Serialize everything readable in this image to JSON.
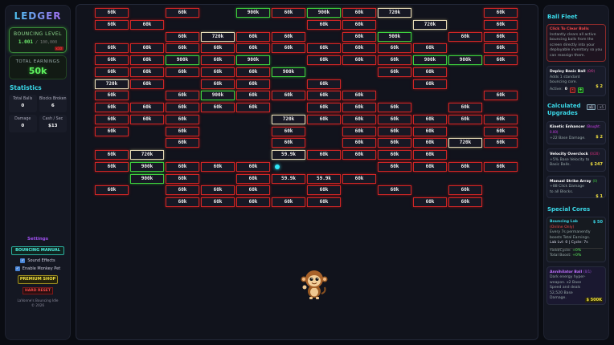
{
  "left": {
    "logo": "LEDGER",
    "level": {
      "label": "BOUNCING LEVEL",
      "value": "1.001",
      "max": "/ 100,000",
      "badge": "x10"
    },
    "earnings": {
      "label": "TOTAL EARNINGS",
      "value": "50k"
    },
    "stats_title": "Statistics",
    "stats": [
      {
        "label": "Total Balls",
        "value": "0"
      },
      {
        "label": "Blocks Broken",
        "value": "6"
      },
      {
        "label": "Damage",
        "value": "0"
      },
      {
        "label": "Cash / Sec",
        "value": "$13"
      }
    ],
    "settings": {
      "title": "Settings",
      "manual": "BOUNCING MANUAL",
      "sound": "Sound Effects",
      "monkey": "Enable Monkey Pet",
      "sound_checked": true,
      "monkey_checked": true,
      "premium": "PREMIUM SHOP",
      "reset": "HARD RESET",
      "credit1": "LaVonne's Bouncing Idle",
      "credit2": "© 2026"
    }
  },
  "game": {
    "ball_color": "#30e8f8",
    "bricks": [
      [
        [
          0,
          "60k",
          "r"
        ],
        [
          2,
          "60k",
          "r"
        ],
        [
          4,
          "900k",
          "g"
        ],
        [
          5,
          "60k",
          "r"
        ],
        [
          6,
          "900k",
          "g"
        ],
        [
          7,
          "60k",
          "r"
        ],
        [
          8,
          "720k",
          "w"
        ],
        [
          11,
          "60k",
          "r"
        ]
      ],
      [
        [
          0,
          "60k",
          "r"
        ],
        [
          1,
          "60k",
          "r"
        ],
        [
          6,
          "60k",
          "r"
        ],
        [
          7,
          "60k",
          "r"
        ],
        [
          9,
          "720k",
          "w"
        ],
        [
          11,
          "60k",
          "r"
        ]
      ],
      [
        [
          2,
          "60k",
          "r"
        ],
        [
          3,
          "720k",
          "w"
        ],
        [
          4,
          "60k",
          "r"
        ],
        [
          5,
          "60k",
          "r"
        ],
        [
          7,
          "60k",
          "r"
        ],
        [
          8,
          "900k",
          "g"
        ],
        [
          10,
          "60k",
          "r"
        ],
        [
          11,
          "60k",
          "r"
        ]
      ],
      [
        [
          0,
          "60k",
          "r"
        ],
        [
          1,
          "60k",
          "r"
        ],
        [
          2,
          "60k",
          "r"
        ],
        [
          3,
          "60k",
          "r"
        ],
        [
          4,
          "60k",
          "r"
        ],
        [
          5,
          "60k",
          "r"
        ],
        [
          6,
          "60k",
          "r"
        ],
        [
          7,
          "60k",
          "r"
        ],
        [
          8,
          "60k",
          "r"
        ],
        [
          9,
          "60k",
          "r"
        ],
        [
          11,
          "60k",
          "r"
        ]
      ],
      [
        [
          0,
          "60k",
          "r"
        ],
        [
          1,
          "60k",
          "r"
        ],
        [
          2,
          "900k",
          "g"
        ],
        [
          3,
          "60k",
          "r"
        ],
        [
          4,
          "900k",
          "g"
        ],
        [
          6,
          "60k",
          "r"
        ],
        [
          7,
          "60k",
          "r"
        ],
        [
          8,
          "60k",
          "r"
        ],
        [
          9,
          "900k",
          "g"
        ],
        [
          10,
          "900k",
          "g"
        ],
        [
          11,
          "60k",
          "r"
        ]
      ],
      [
        [
          0,
          "60k",
          "r"
        ],
        [
          1,
          "60k",
          "r"
        ],
        [
          2,
          "60k",
          "r"
        ],
        [
          3,
          "60k",
          "r"
        ],
        [
          4,
          "60k",
          "r"
        ],
        [
          5,
          "900k",
          "g"
        ],
        [
          8,
          "60k",
          "r"
        ],
        [
          9,
          "60k",
          "r"
        ]
      ],
      [
        [
          0,
          "720k",
          "w"
        ],
        [
          1,
          "60k",
          "r"
        ],
        [
          3,
          "60k",
          "r"
        ],
        [
          4,
          "60k",
          "r"
        ],
        [
          6,
          "60k",
          "r"
        ],
        [
          9,
          "60k",
          "r"
        ]
      ],
      [
        [
          0,
          "60k",
          "r"
        ],
        [
          2,
          "60k",
          "r"
        ],
        [
          3,
          "900k",
          "g"
        ],
        [
          4,
          "60k",
          "r"
        ],
        [
          5,
          "60k",
          "r"
        ],
        [
          6,
          "60k",
          "r"
        ],
        [
          7,
          "60k",
          "r"
        ],
        [
          11,
          "60k",
          "r"
        ]
      ],
      [
        [
          0,
          "60k",
          "r"
        ],
        [
          1,
          "60k",
          "r"
        ],
        [
          2,
          "60k",
          "r"
        ],
        [
          3,
          "60k",
          "r"
        ],
        [
          4,
          "60k",
          "r"
        ],
        [
          6,
          "60k",
          "r"
        ],
        [
          7,
          "60k",
          "r"
        ],
        [
          8,
          "60k",
          "r"
        ],
        [
          10,
          "60k",
          "r"
        ]
      ],
      [
        [
          0,
          "60k",
          "r"
        ],
        [
          1,
          "60k",
          "r"
        ],
        [
          2,
          "60k",
          "r"
        ],
        [
          5,
          "720k",
          "w"
        ],
        [
          6,
          "60k",
          "r"
        ],
        [
          7,
          "60k",
          "r"
        ],
        [
          8,
          "60k",
          "r"
        ],
        [
          9,
          "60k",
          "r"
        ],
        [
          10,
          "60k",
          "r"
        ],
        [
          11,
          "60k",
          "r"
        ]
      ],
      [
        [
          0,
          "60k",
          "r"
        ],
        [
          2,
          "60k",
          "r"
        ],
        [
          5,
          "60k",
          "r"
        ],
        [
          7,
          "60k",
          "r"
        ],
        [
          8,
          "60k",
          "r"
        ],
        [
          9,
          "60k",
          "r"
        ],
        [
          11,
          "60k",
          "r"
        ]
      ],
      [
        [
          2,
          "60k",
          "r"
        ],
        [
          5,
          "60k",
          "r"
        ],
        [
          7,
          "60k",
          "r"
        ],
        [
          8,
          "60k",
          "r"
        ],
        [
          9,
          "60k",
          "r"
        ],
        [
          10,
          "720k",
          "w"
        ],
        [
          11,
          "60k",
          "r"
        ]
      ],
      [
        [
          0,
          "60k",
          "r"
        ],
        [
          1,
          "720k",
          "w"
        ],
        [
          5,
          "59.9k",
          "w"
        ],
        [
          6,
          "60k",
          "r"
        ],
        [
          7,
          "60k",
          "r"
        ],
        [
          8,
          "60k",
          "r"
        ],
        [
          9,
          "60k",
          "r"
        ]
      ],
      [
        [
          0,
          "60k",
          "r"
        ],
        [
          1,
          "900k",
          "g"
        ],
        [
          2,
          "60k",
          "r"
        ],
        [
          3,
          "60k",
          "r"
        ],
        [
          4,
          "60k",
          "r"
        ],
        [
          8,
          "60k",
          "r"
        ],
        [
          9,
          "60k",
          "r"
        ],
        [
          10,
          "60k",
          "r"
        ],
        [
          11,
          "60k",
          "r"
        ]
      ],
      [
        [
          1,
          "900k",
          "g"
        ],
        [
          2,
          "60k",
          "r"
        ],
        [
          4,
          "60k",
          "r"
        ],
        [
          5,
          "59.9k",
          "r"
        ],
        [
          6,
          "59.9k",
          "r"
        ],
        [
          7,
          "60k",
          "r"
        ]
      ],
      [
        [
          0,
          "60k",
          "r"
        ],
        [
          2,
          "60k",
          "r"
        ],
        [
          3,
          "60k",
          "r"
        ],
        [
          4,
          "60k",
          "r"
        ],
        [
          6,
          "60k",
          "r"
        ],
        [
          8,
          "60k",
          "r"
        ],
        [
          10,
          "60k",
          "r"
        ]
      ],
      [
        [
          2,
          "60k",
          "r"
        ],
        [
          3,
          "60k",
          "r"
        ],
        [
          4,
          "60k",
          "r"
        ],
        [
          5,
          "60k",
          "r"
        ],
        [
          6,
          "60k",
          "r"
        ],
        [
          9,
          "60k",
          "r"
        ],
        [
          10,
          "60k",
          "r"
        ]
      ]
    ]
  },
  "right": {
    "fleet_title": "Ball Fleet",
    "clear": {
      "title": "Click To Clear Balls",
      "desc": "Instantly clears all active bouncing balls from the screen directly into your deployable inventory so you can reassign them."
    },
    "deploy": {
      "name": "Deploy Basic Ball",
      "tag": "(0/0)",
      "desc": "Adds 1 standard bouncing core.",
      "price": "$ 2",
      "active_label": "Active:",
      "active": "0",
      "minus": "-",
      "plus": "+"
    },
    "upgrades_title": "Calculated Upgrades",
    "mult": [
      "x1",
      "x5"
    ],
    "upgrades": [
      {
        "name": "Kinetic Enhancer",
        "tag": "(Bought: 0.00)",
        "desc": "+22 Base Damage.",
        "price": "$ 2"
      },
      {
        "name": "Velocity Overclock",
        "tag": "(0/20)",
        "desc": "+5% Base Velocity to Basic Balls.",
        "price": "$ 247"
      },
      {
        "name": "Manual Strike Array",
        "tag": "(0)",
        "desc": "+88 Click Damage to all Blocks.",
        "price": "$ 1"
      }
    ],
    "cores_title": "Special Cores",
    "lab": {
      "name": "Bouncing Lab",
      "tag": "(Online Only)",
      "price": "$ 50",
      "desc": "Every 7s permanently boosts Total Earnings.",
      "lvl": "Lab Lvl: 0 | Cycle: 7s",
      "yield_label": "Yield/Cycle:",
      "yield": "+0%",
      "boost_label": "Total Boost:",
      "boost": "+0%"
    },
    "annihilator": {
      "name": "Annihilator Ball",
      "tag": "(0/1)",
      "desc": "Dark energy hyper-weapon. x2 Base Speed and deals 52,520 Base Damage.",
      "price": "$ 500K"
    }
  }
}
